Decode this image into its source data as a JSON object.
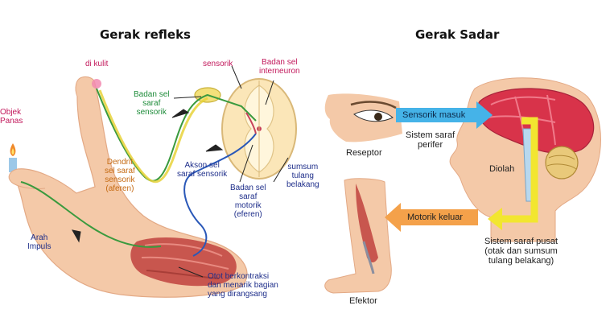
{
  "left": {
    "title": "Gerak refleks",
    "labels": {
      "kulit": "di kulit",
      "objek": "Objek\nPanas",
      "sensorik": "sensorik",
      "interneuron": "Badan sel\ninterneuron",
      "badan_sel_sensorik": "Badan sel\nsaraf\nsensorik",
      "dendrit": "Dendrit\nsel saraf\nsensorik\n(aferen)",
      "akson": "Akson sel\nsaraf sensorik",
      "badan_sel_motorik": "Badan sel\nsaraf\nmotorik\n(eferen)",
      "sumsum": "sumsum\ntulang\nbelakang",
      "arah_impuls": "Arah\nImpuls",
      "otot": "Otot berkontraksi\ndan menarik bagian\nyang dirangsang"
    }
  },
  "right": {
    "title": "Gerak Sadar",
    "labels": {
      "reseptor": "Reseptor",
      "sensorik_masuk": "Sensorik masuk",
      "sistem_perifer": "Sistem saraf\nperifer",
      "diolah": "Diolah",
      "motorik_keluar": "Motorik keluar",
      "sistem_pusat": "Sistem saraf pusat\n(otak dan sumsum\ntulang belakang)",
      "efektor": "Efektor"
    }
  },
  "colors": {
    "skin": "#f4c9a8",
    "muscle": "#c8564e",
    "green_nerve": "#3a9a3e",
    "blue_nerve": "#2a58b8",
    "cyan_arrow": "#45b3e8",
    "orange_arrow": "#f4a14a",
    "yellow_path": "#f2e630",
    "brain": "#d8334a"
  }
}
